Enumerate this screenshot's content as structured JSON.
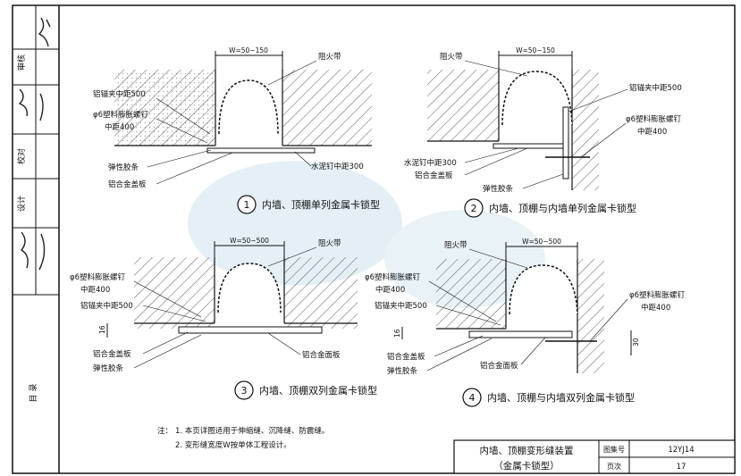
{
  "side_block": {
    "rows": [
      "审核",
      "校对",
      "设计"
    ],
    "signatures": [
      "签名",
      "签名",
      "签名"
    ],
    "footer": "目 录"
  },
  "diagrams": [
    {
      "number": "1",
      "title": "内墙、顶棚单列金属卡锁型",
      "width_dim": "W=50~150",
      "labels": {
        "fire_belt": "阻火带",
        "anchor_clip": "铝锚夹中距500",
        "bolt_1": "φ6塑料膨胀螺钉",
        "bolt_2": "中距400",
        "elastic_strip": "弹性胶条",
        "cement_nail": "水泥钉中距300",
        "alu_cover": "铝合金盖板"
      }
    },
    {
      "number": "2",
      "title": "内墙、顶棚与内墙单列金属卡锁型",
      "width_dim": "W=50~150",
      "labels": {
        "fire_belt": "阻火带",
        "anchor_clip": "铝锚夹中距500",
        "bolt_1": "φ6塑料膨胀螺钉",
        "bolt_2": "中距400",
        "cement_nail": "水泥钉中距300",
        "alu_cover": "铝合金盖板",
        "elastic_strip": "弹性胶条"
      }
    },
    {
      "number": "3",
      "title": "内墙、顶棚双列金属卡锁型",
      "width_dim": "W=50~500",
      "labels": {
        "fire_belt": "阻火带",
        "bolt_1": "φ6塑料膨胀螺钉",
        "bolt_2": "中距400",
        "anchor_clip": "铝锚夹中距500",
        "dim_16": "16",
        "alu_cover": "铝合金盖板",
        "elastic_strip": "弹性胶条",
        "alu_face": "铝合金面板"
      }
    },
    {
      "number": "4",
      "title": "内墙、顶棚与内墙双列金属卡锁型",
      "width_dim": "W=50~500",
      "labels": {
        "fire_belt": "阻火带",
        "bolt_left_1": "φ6塑料膨胀螺钉",
        "bolt_left_2": "中距400",
        "anchor_clip": "铝锚夹中距500",
        "dim_16": "16",
        "alu_cover": "铝合金盖板",
        "elastic_strip": "弹性胶条",
        "alu_face": "铝合金面板",
        "bolt_right_1": "φ6塑料膨胀螺钉",
        "bolt_right_2": "中距400",
        "dim_30": "30"
      }
    }
  ],
  "notes": {
    "prefix": "注：",
    "items": [
      "1. 本页详图适用于伸缩缝、沉降缝、防震缝。",
      "2. 变形缝宽度W按单体工程设计。"
    ]
  },
  "title_block": {
    "title_line1": "内墙、顶棚变形缝装置",
    "title_line2": "（金属卡锁型）",
    "atlas_label": "图集号",
    "atlas_value": "12YJ14",
    "page_label": "页次",
    "page_value": "17"
  },
  "colors": {
    "line": "#111111",
    "watermark": "#cfe3ee"
  }
}
